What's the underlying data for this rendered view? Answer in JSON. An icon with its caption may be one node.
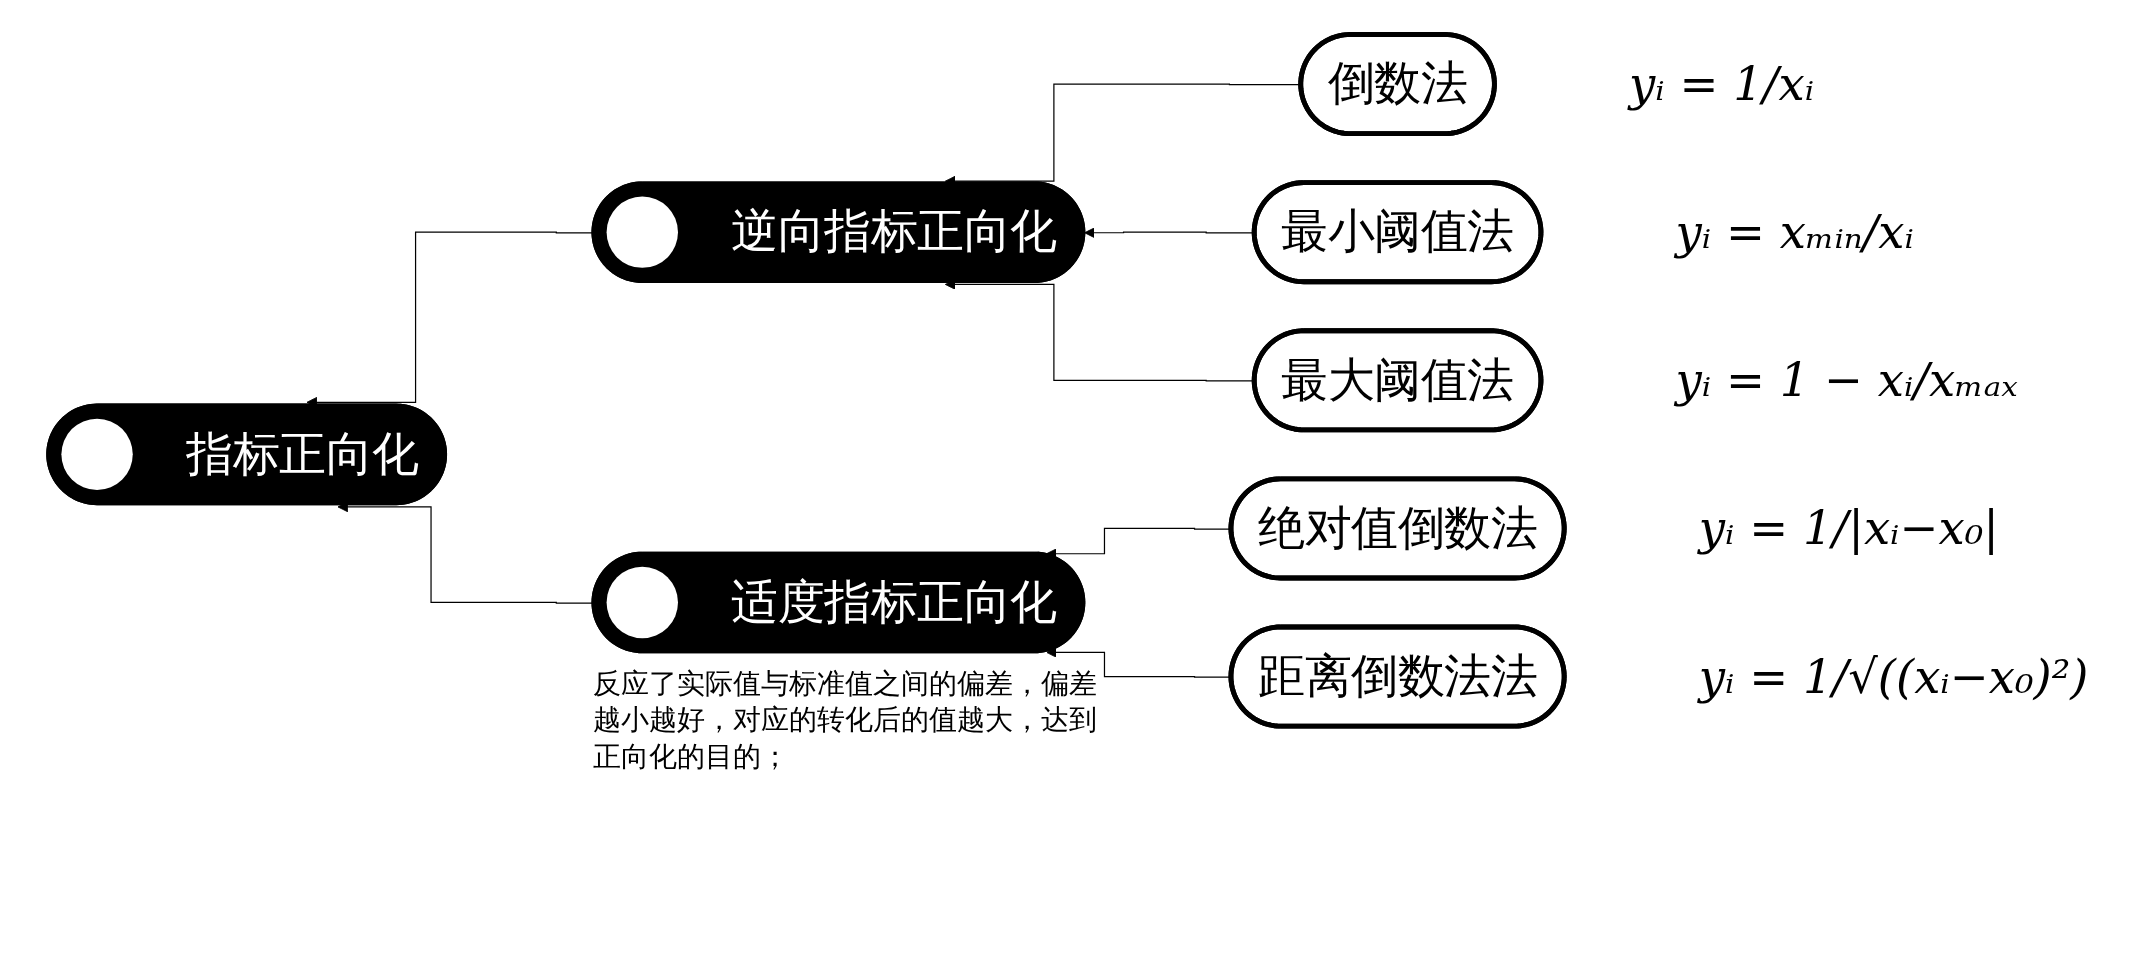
{
  "diagram": {
    "nodes": [
      {
        "text": [
          "指标正向化"
        ]
      },
      {
        "text": [
          "逆向指标正向化"
        ]
      },
      {
        "text": [
          "适度指标正向化"
        ],
        "beside": [
          "反应了实际值与标准值之间的偏差，偏差越小越好，对应的转化后的值越大，达到正向化的目的；"
        ]
      },
      {
        "text": [
          "倒数法"
        ],
        "beside": [
          "yᵢ = 1/xᵢ"
        ]
      },
      {
        "text": [
          "最小阈值法"
        ],
        "beside": [
          "yᵢ = xₘᵢₙ/xᵢ"
        ]
      },
      {
        "text": [
          "最大阈值法"
        ],
        "beside": [
          "yᵢ = 1 − xᵢ/xₘₐₓ"
        ]
      },
      {
        "text": [
          "绝对值倒数法"
        ],
        "beside": [
          "yᵢ = 1/|xᵢ−x₀|"
        ]
      },
      {
        "text": [
          "距离倒数法法"
        ],
        "beside": [
          "yᵢ = 1/√((xᵢ−x₀)²)"
        ]
      }
    ],
    "edges": [
      {
        "from": 1,
        "to": 0,
        "arrow": "to"
      },
      {
        "from": 2,
        "to": 0,
        "arrow": "to"
      },
      {
        "from": 3,
        "to": 1,
        "arrow": "to"
      },
      {
        "from": 4,
        "to": 1,
        "arrow": "to"
      },
      {
        "from": 5,
        "to": 1,
        "arrow": "to"
      },
      {
        "from": 6,
        "to": 2,
        "arrow": "to"
      },
      {
        "from": 7,
        "to": 2,
        "arrow": "to"
      }
    ]
  }
}
